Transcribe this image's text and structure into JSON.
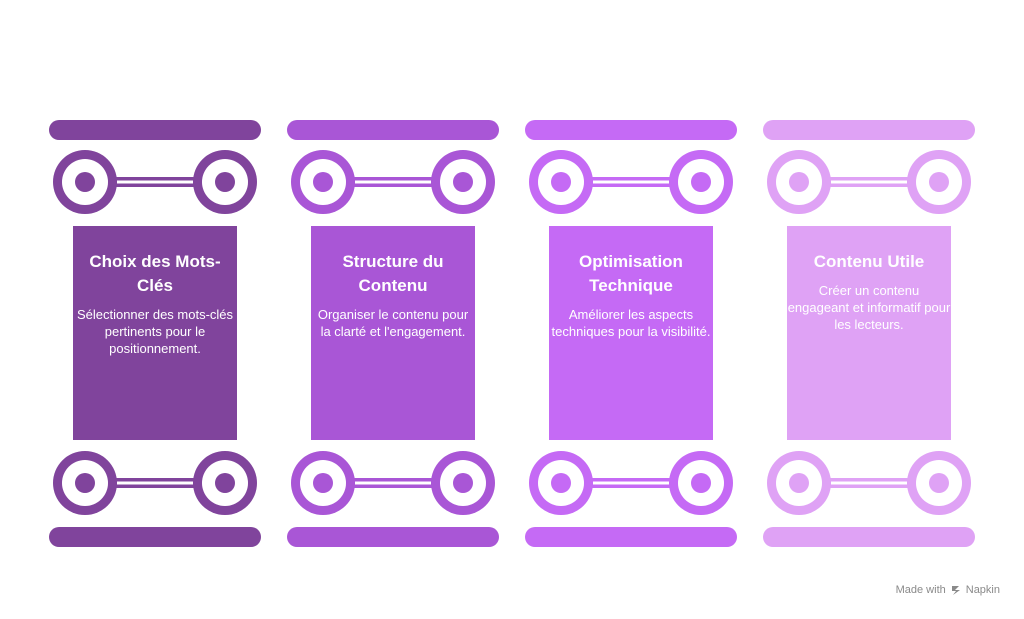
{
  "pillars": [
    {
      "title": "Choix des Mots-Clés",
      "description": "Sélectionner des mots-clés pertinents pour le positionnement.",
      "color": "#80449c"
    },
    {
      "title": "Structure du Contenu",
      "description": "Organiser le contenu pour la clarté et l'engagement.",
      "color": "#a956d6"
    },
    {
      "title": "Optimisation Technique",
      "description": "Améliorer les aspects techniques pour la visibilité.",
      "color": "#c56af5"
    },
    {
      "title": "Contenu Utile",
      "description": "Créer un contenu engageant et informatif pour les lecteurs.",
      "color": "#dfa2f5"
    }
  ],
  "footer": {
    "made_with": "Made with",
    "brand": "Napkin"
  }
}
